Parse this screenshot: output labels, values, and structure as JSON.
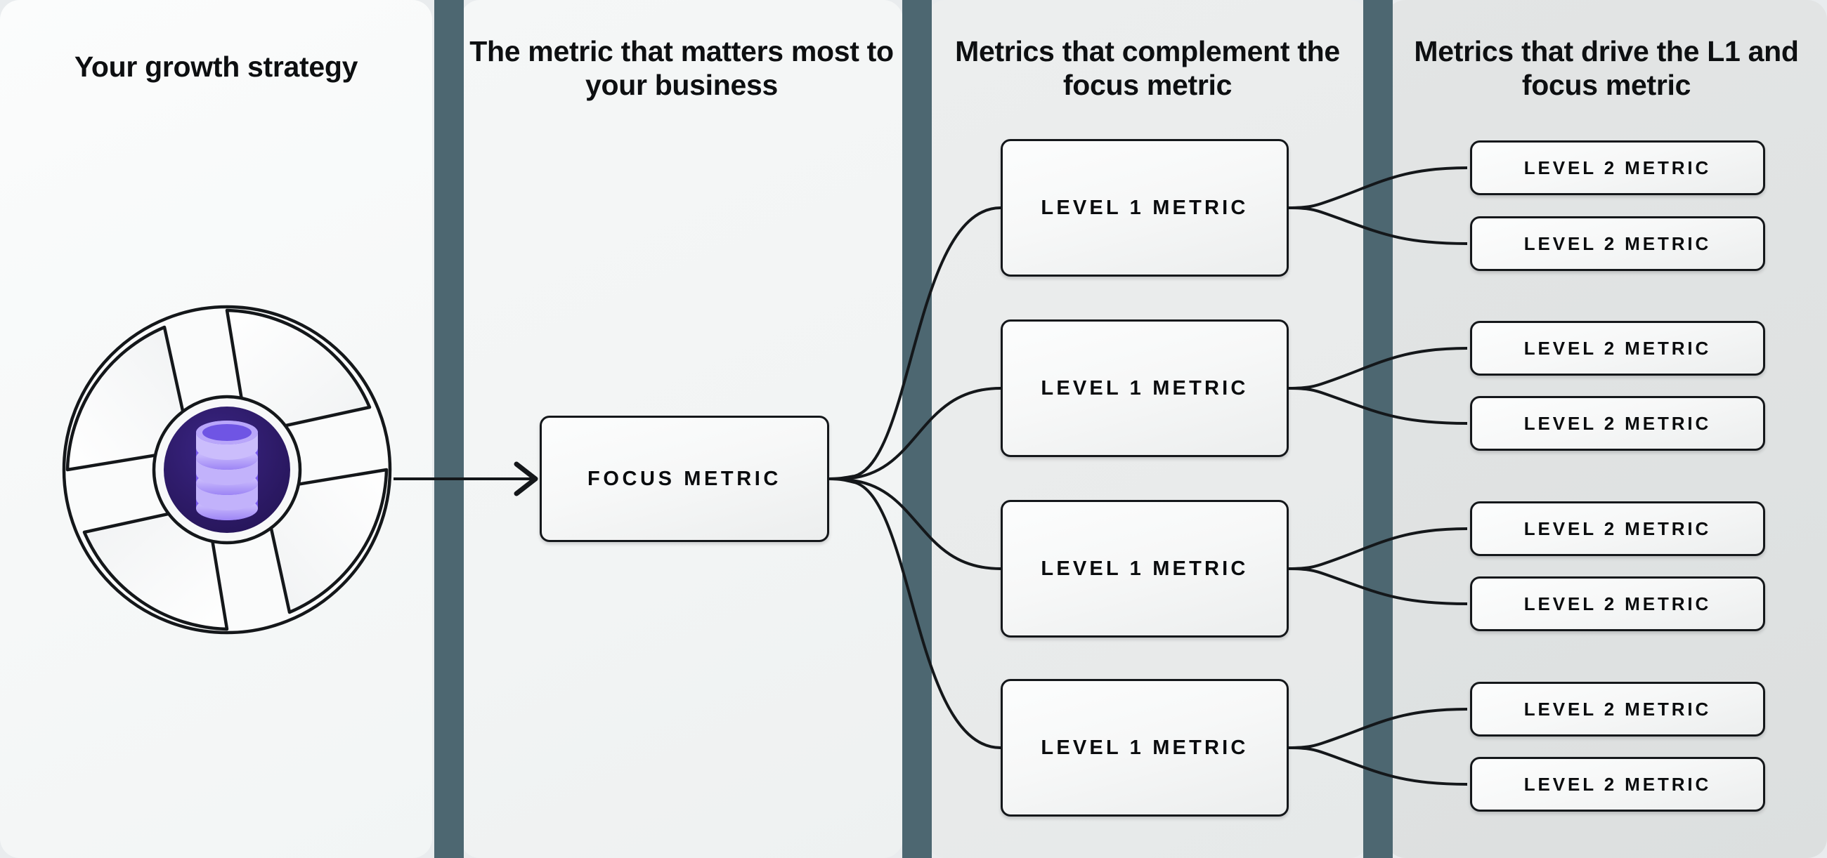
{
  "columns": [
    {
      "id": "strategy",
      "title": "Your growth strategy"
    },
    {
      "id": "focus",
      "title": "The metric that matters most to your business"
    },
    {
      "id": "complement",
      "title": "Metrics that complement the focus metric"
    },
    {
      "id": "drivers",
      "title": "Metrics that drive the L1 and focus metric"
    }
  ],
  "logo": {
    "icon_name": "database-aperture-icon",
    "ring_color": "#ffffff",
    "core_color": "#2e1b69",
    "database_color": "#c6b8fb",
    "database_side_color": "#6d4fe8",
    "outline_color": "#14171a"
  },
  "focus_node": {
    "label": "FOCUS METRIC"
  },
  "level1_nodes": [
    {
      "label": "LEVEL 1 METRIC"
    },
    {
      "label": "LEVEL 1 METRIC"
    },
    {
      "label": "LEVEL 1 METRIC"
    },
    {
      "label": "LEVEL 1 METRIC"
    }
  ],
  "level2_nodes": [
    {
      "label": "LEVEL 2 METRIC"
    },
    {
      "label": "LEVEL 2 METRIC"
    },
    {
      "label": "LEVEL 2 METRIC"
    },
    {
      "label": "LEVEL 2 METRIC"
    },
    {
      "label": "LEVEL 2 METRIC"
    },
    {
      "label": "LEVEL 2 METRIC"
    },
    {
      "label": "LEVEL 2 METRIC"
    },
    {
      "label": "LEVEL 2 METRIC"
    }
  ],
  "connectors": {
    "strategy_to_focus": "arrow-right",
    "focus_to_level1": "fan-out-4",
    "level1_to_level2": "fan-out-2"
  },
  "colors": {
    "divider": "#4d6771",
    "node_border": "#14171a",
    "text": "#0a0c0e",
    "panel_1_bg": "#f8fafa",
    "panel_2_bg": "#f2f4f4",
    "panel_3_bg": "#e9ebeb",
    "panel_4_bg": "#dfe2e2",
    "canvas_bg": "#e9ecee"
  }
}
